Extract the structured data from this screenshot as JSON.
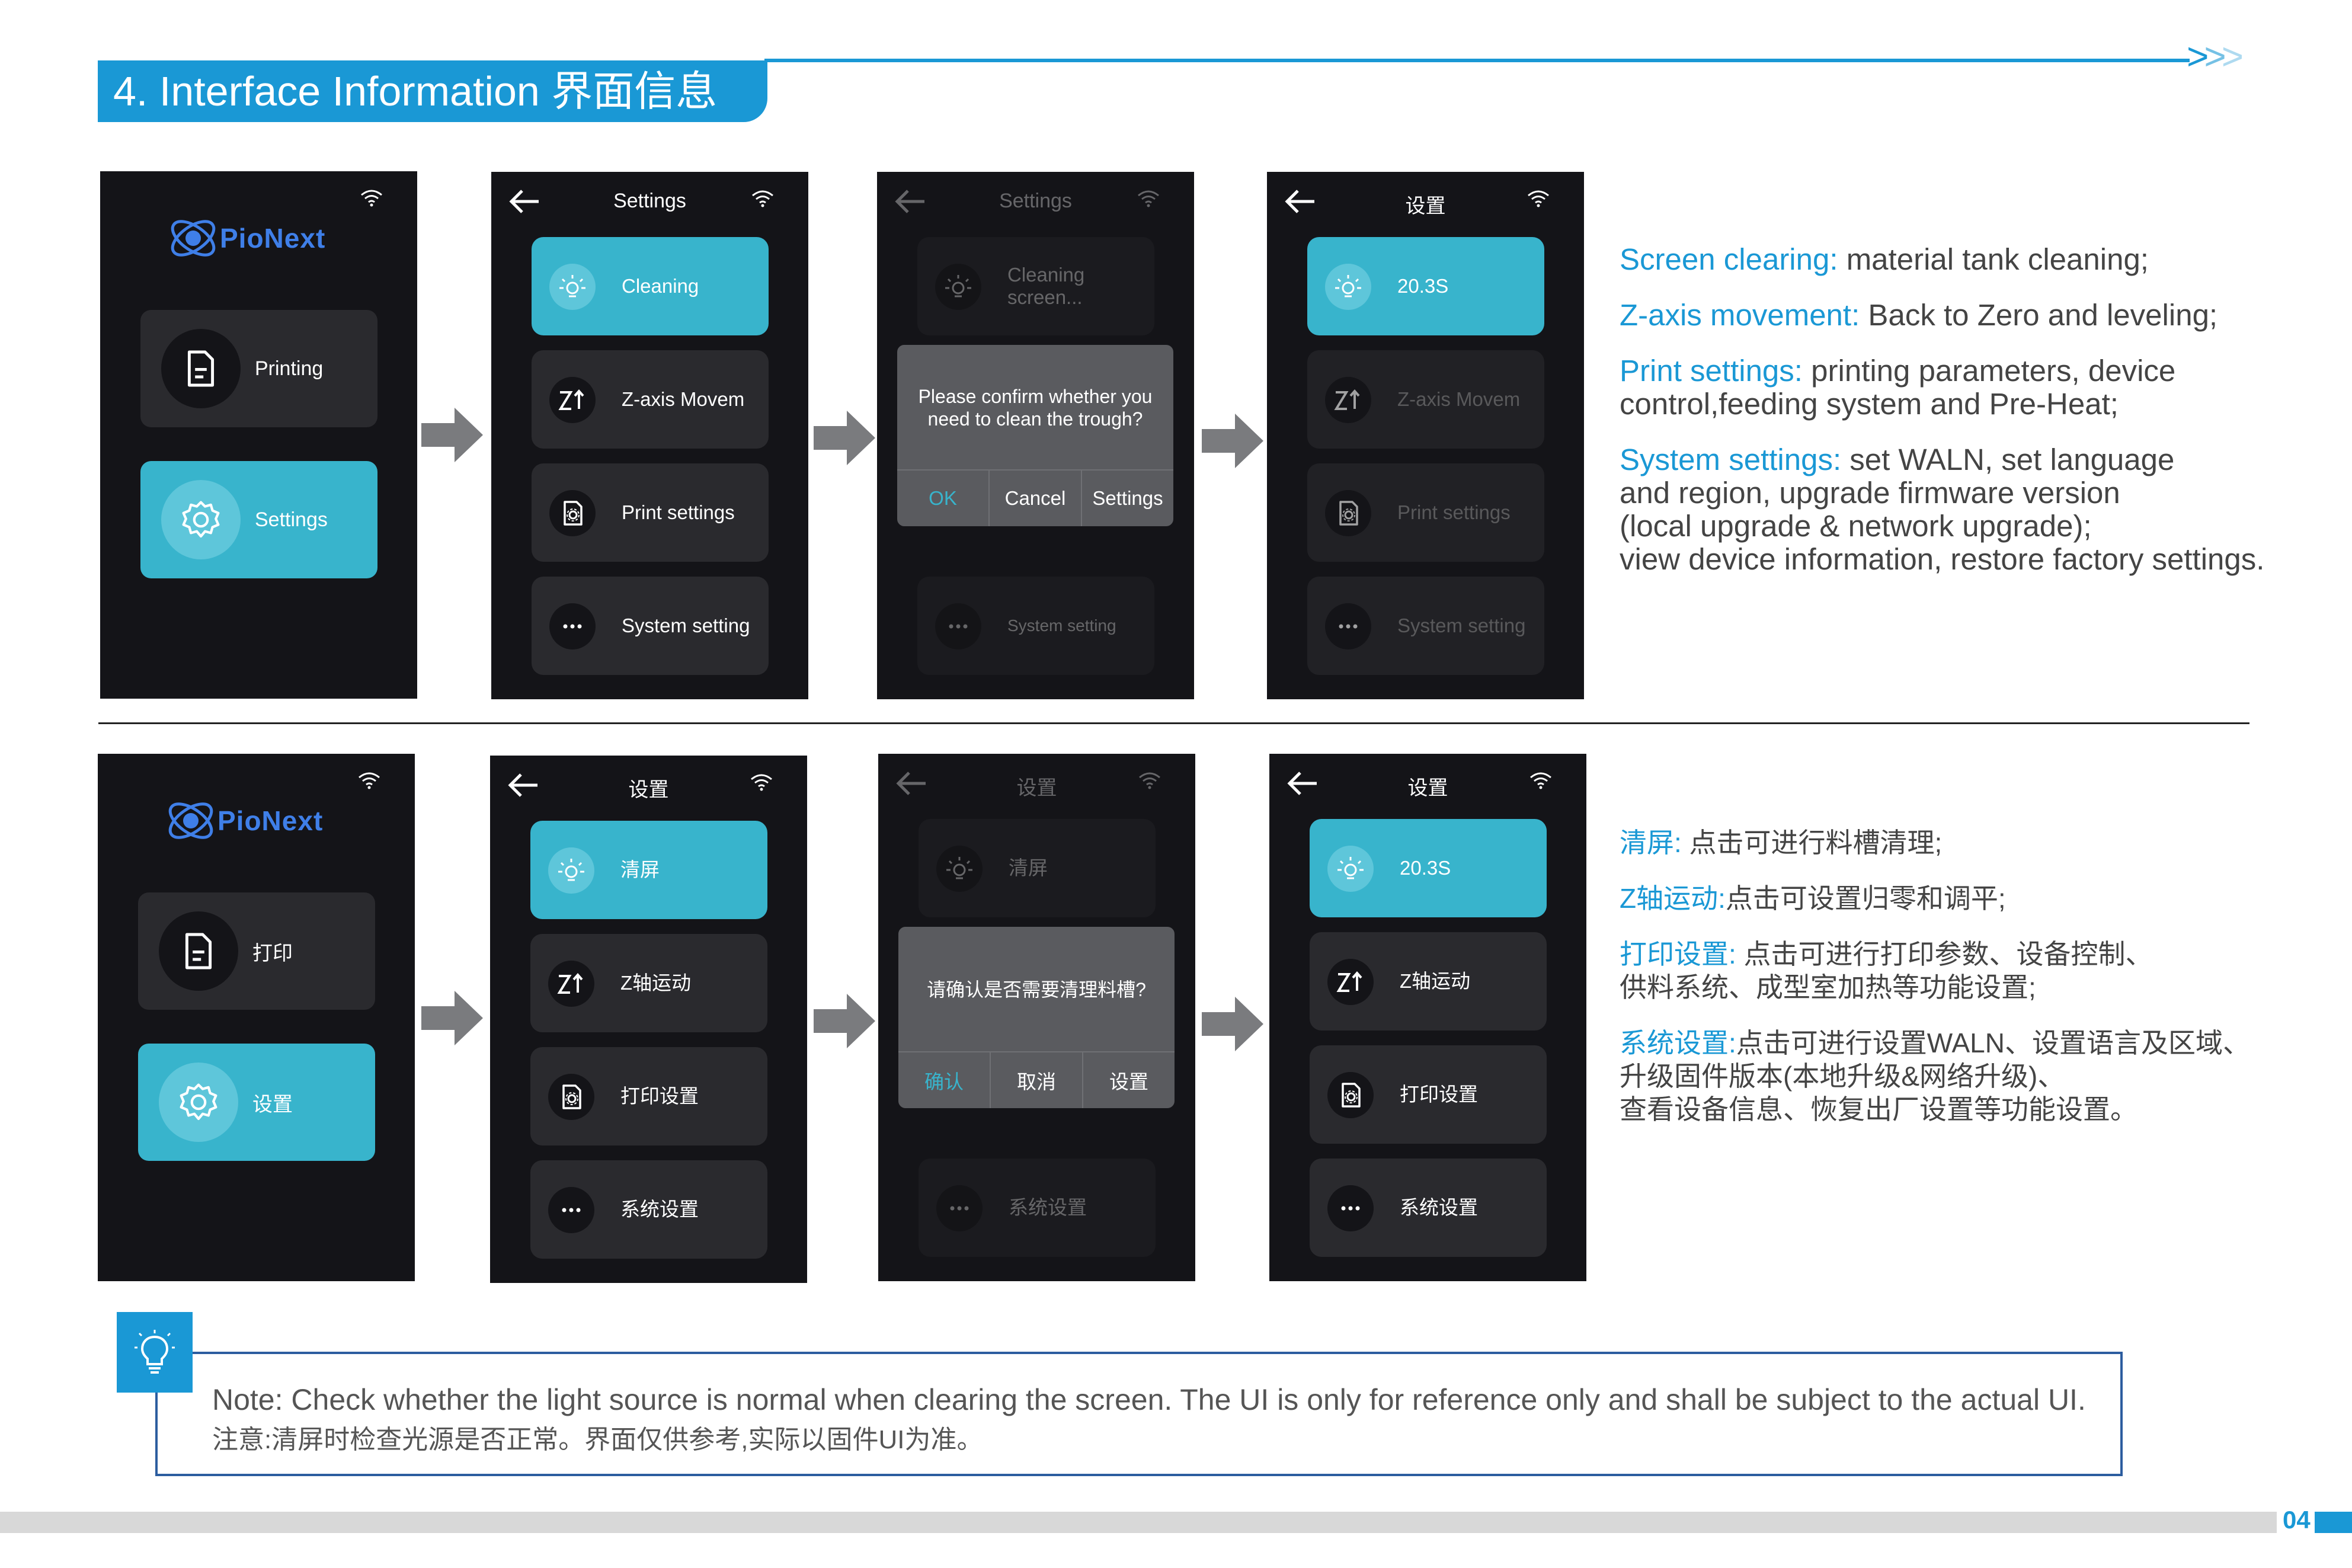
{
  "header": {
    "title": "4. Interface Information 界面信息",
    "chevrons": ">>>"
  },
  "colors": {
    "accent": "#1a98d5",
    "screen_bg": "#141418",
    "item_bg": "#2a2a2e",
    "active": "#38b4cc"
  },
  "brand": "PioNext",
  "en": {
    "home": {
      "printing": "Printing",
      "settings": "Settings"
    },
    "settings_title": "Settings",
    "menu": [
      "Cleaning",
      "Z-axis Movem",
      "Print settings",
      "System setting"
    ],
    "dim_first": "Cleaning screen...",
    "dialog": {
      "message": "Please confirm whether you need to clean the trough?",
      "ok": "OK",
      "cancel": "Cancel",
      "settings": "Settings"
    },
    "timer_title": "设置",
    "timer": "20.3S"
  },
  "zh": {
    "home": {
      "printing": "打印",
      "settings": "设置"
    },
    "settings_title": "设置",
    "menu": [
      "清屏",
      "Z轴运动",
      "打印设置",
      "系统设置"
    ],
    "dialog": {
      "message": "请确认是否需要清理料槽?",
      "ok": "确认",
      "cancel": "取消",
      "settings": "设置"
    },
    "timer": "20.3S"
  },
  "desc_en": [
    {
      "h": "Screen clearing:",
      "t": " material tank cleaning;"
    },
    {
      "h": "Z-axis movement:",
      "t": " Back to Zero and leveling;"
    },
    {
      "h": "Print settings:",
      "t": " printing parameters, device",
      "t2": "control,feeding system and Pre-Heat;"
    },
    {
      "h": "System settings:",
      "t": " set WALN, set language",
      "t2": "and region, upgrade firmware version",
      "t3": " (local upgrade & network upgrade);",
      "t4": "view device information, restore factory settings."
    }
  ],
  "desc_zh": [
    {
      "h": "清屏:",
      "t": " 点击可进行料槽清理;"
    },
    {
      "h": "Z轴运动:",
      "t": "点击可设置归零和调平;"
    },
    {
      "h": "打印设置:",
      "t": " 点击可进行打印参数、设备控制、",
      "t2": "供料系统、成型室加热等功能设置;"
    },
    {
      "h": "系统设置:",
      "t": "点击可进行设置WALN、设置语言及区域、",
      "t2": "升级固件版本(本地升级&网络升级)、",
      "t3": "查看设备信息、恢复出厂设置等功能设置。"
    }
  ],
  "note": {
    "line1": "Note: Check whether the light source is normal when clearing the screen. The UI is only for reference only and shall be subject to the actual UI.",
    "line2": "注意:清屏时检查光源是否正常。界面仅供参考,实际以固件UI为准。"
  },
  "page_number": "04"
}
